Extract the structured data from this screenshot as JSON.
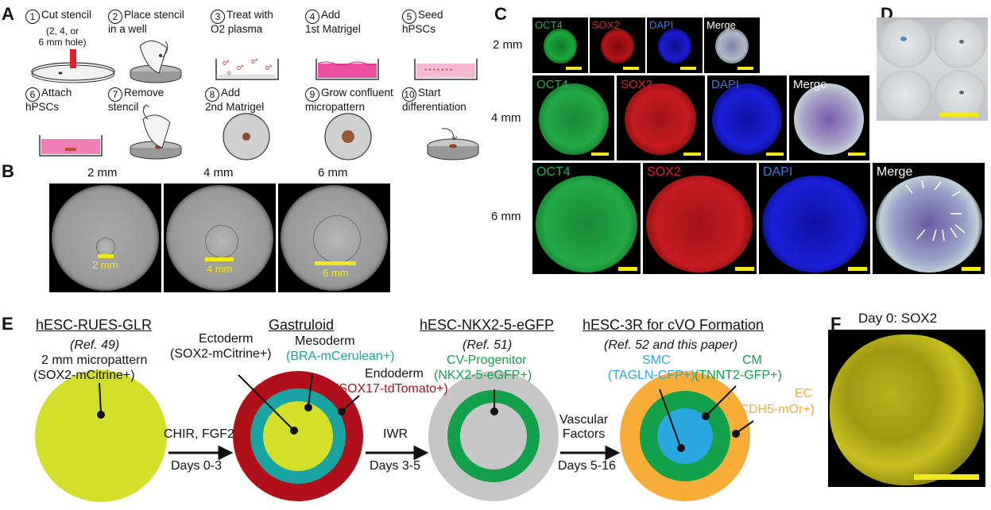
{
  "panels": {
    "a": "A",
    "b": "B",
    "c": "C",
    "d": "D",
    "e": "E",
    "f": "F"
  },
  "steps": [
    {
      "num": "1",
      "text": "Cut stencil",
      "sub": "(2, 4, or\n6 mm hole)"
    },
    {
      "num": "2",
      "text": "Place stencil\nin a well"
    },
    {
      "num": "3",
      "text": "Treat with\nO2 plasma"
    },
    {
      "num": "4",
      "text": "Add\n1st Matrigel"
    },
    {
      "num": "5",
      "text": "Seed\nhPSCs"
    },
    {
      "num": "6",
      "text": "Attach\nhPSCs"
    },
    {
      "num": "7",
      "text": "Remove\nstencil"
    },
    {
      "num": "8",
      "text": "Add\n2nd Matrigel"
    },
    {
      "num": "9",
      "text": "Grow confluent\nmicropattern"
    },
    {
      "num": "10",
      "text": "Start\ndifferentiation"
    }
  ],
  "panel_b": {
    "headers": [
      "2 mm",
      "4 mm",
      "6 mm"
    ],
    "scale_labels": [
      "2 mm",
      "4 mm",
      "6 mm"
    ]
  },
  "panel_c": {
    "rows": [
      "2 mm",
      "4 mm",
      "6 mm"
    ],
    "channels": [
      "OCT4",
      "SOX2",
      "DAPI",
      "Merge"
    ]
  },
  "panel_e": {
    "stage1": {
      "title": "hESC-RUES-GLR",
      "ref": "(Ref. 49)",
      "desc": "2 mm micropattern",
      "reporter": "(SOX2-mCitrine+)"
    },
    "arrow1": {
      "factor": "CHIR, FGF2",
      "days": "Days 0-3"
    },
    "stage2": {
      "title": "Gastruloid",
      "ecto": "Ectoderm",
      "ecto_rep": "(SOX2-mCitrine+)",
      "meso": "Mesoderm",
      "meso_rep": "(BRA-mCerulean+)",
      "endo": "Endoderm",
      "endo_rep": "(SOX17-tdTomato+)"
    },
    "arrow2": {
      "factor": "IWR",
      "days": "Days 3-5"
    },
    "stage3": {
      "title": "hESC-NKX2-5-eGFP",
      "ref": "(Ref. 51)",
      "desc": "CV-Progenitor",
      "reporter": "(NKX2-5-eGFP+)"
    },
    "arrow3": {
      "factor": "Vascular\nFactors",
      "days": "Days 5-16"
    },
    "stage4": {
      "title": "hESC-3R for cVO Formation",
      "ref": "(Ref. 52 and this paper)",
      "smc": "SMC",
      "smc_rep": "(TAGLN-CFP+)",
      "cm": "CM",
      "cm_rep": "(TNNT2-GFP+)",
      "ec": "EC",
      "ec_rep": "(CDH5-mOr+)"
    }
  },
  "panel_f": {
    "title": "Day 0: SOX2"
  },
  "colors": {
    "citrine": "#d4df2a",
    "teal": "#1aa3a3",
    "red": "#b0101a",
    "green": "#12a14a",
    "gray": "#c6c6c6",
    "blue": "#29a8e0",
    "orange": "#f7ad38",
    "scalebar": "#f3e81b",
    "meso_text": "#1aa3a3",
    "endo_text": "#b0101a",
    "green_text": "#12a14a",
    "blue_text": "#29a8e0",
    "orange_text": "#f7ad38"
  }
}
